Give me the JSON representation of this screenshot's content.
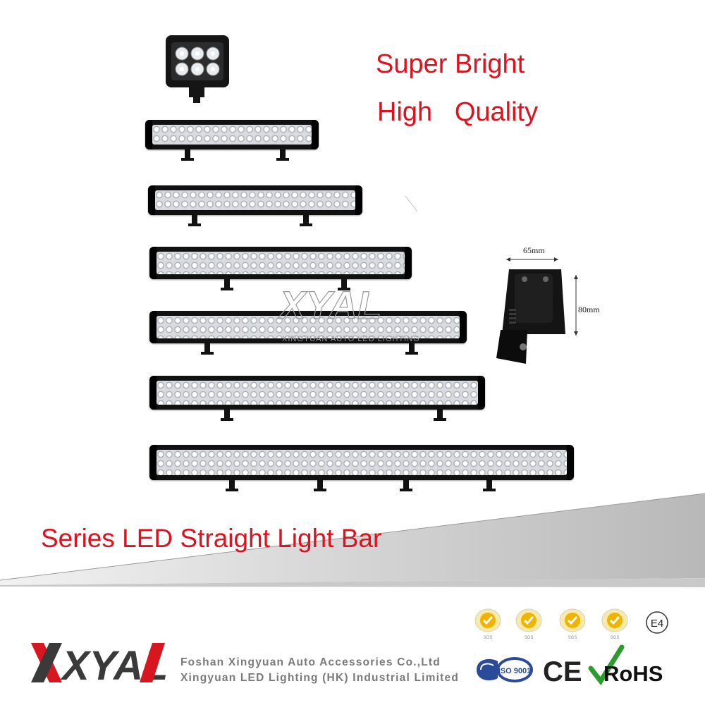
{
  "taglines": {
    "line1": "Super Bright",
    "line2": "High   Quality"
  },
  "series_title": "Series LED Straight Light Bar",
  "dimensions": {
    "width": "65mm",
    "height": "80mm"
  },
  "watermark": {
    "brand": "XYAL",
    "subtitle": "XINGYUAN AUTO LED LIGHTING"
  },
  "logo": {
    "brand": "XYAL"
  },
  "company": {
    "line1": "Foshan Xingyuan Auto Accessories Co.,Ltd",
    "line2": "Xingyuan LED Lighting (HK) Industrial Limited"
  },
  "certifications": {
    "sgs_badges": [
      "SGS",
      "SGS",
      "SGS",
      "SGS"
    ],
    "e_mark": "E4",
    "iso": "ISO 9001",
    "ce": "CE",
    "rohs": "RoHS"
  },
  "colors": {
    "accent": "#e0101c",
    "logo_red": "#d8161f",
    "logo_dark": "#3a3a3a",
    "sgs_gold": "#f0b400"
  },
  "icons": [
    "work-light-icon",
    "light-bar-icon",
    "mount-bracket-icon",
    "sgs-badge-icon",
    "iso-badge-icon",
    "ce-mark-icon",
    "rohs-check-icon"
  ]
}
